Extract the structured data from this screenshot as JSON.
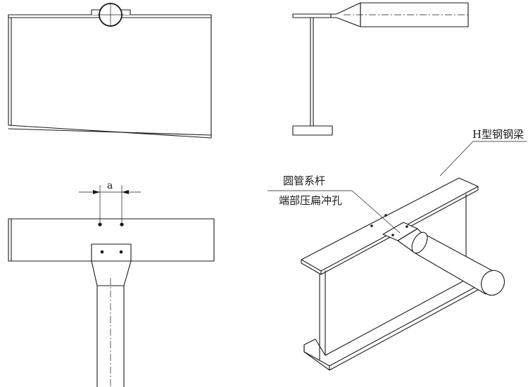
{
  "labels": {
    "beam": "H型钢钢梁",
    "tube_line1": "圆管系杆",
    "tube_line2": "端部压扁冲孔",
    "dimension": "a"
  }
}
